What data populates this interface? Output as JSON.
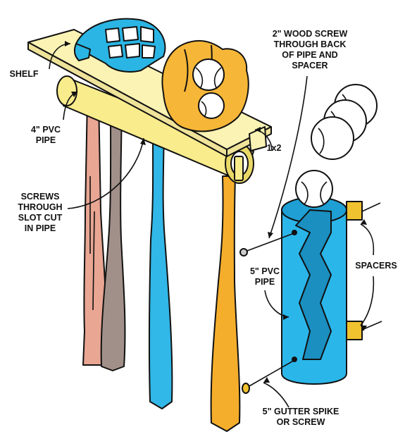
{
  "colors": {
    "shelf": "#fbf3b4",
    "pvc_4in": "#f9ec8c",
    "pvc_5in": "#2bb6ea",
    "bat_orange": "#f5ae2c",
    "bat_blue": "#31b7e8",
    "bat_pink": "#e8a693",
    "bat_gray": "#a19089",
    "glove": "#f6b637",
    "catcher_mask": "#2ab5e4",
    "spacer": "#f1c230"
  },
  "labels": {
    "shelf": [
      "SHELF"
    ],
    "pvc_4in": [
      "4\" PVC",
      "PIPE"
    ],
    "screws_slot": [
      "SCREWS",
      "THROUGH",
      "SLOT CUT",
      "IN PIPE"
    ],
    "wood_screw": [
      "2\" WOOD SCREW",
      "THROUGH BACK",
      "OF PIPE AND",
      "SPACER"
    ],
    "one_by_two": [
      "1x2"
    ],
    "pvc_5in": [
      "5\" PVC",
      "PIPE"
    ],
    "spacers": [
      "SPACERS"
    ],
    "gutter_spike": [
      "5\" GUTTER SPIKE",
      "OR SCREW"
    ]
  }
}
